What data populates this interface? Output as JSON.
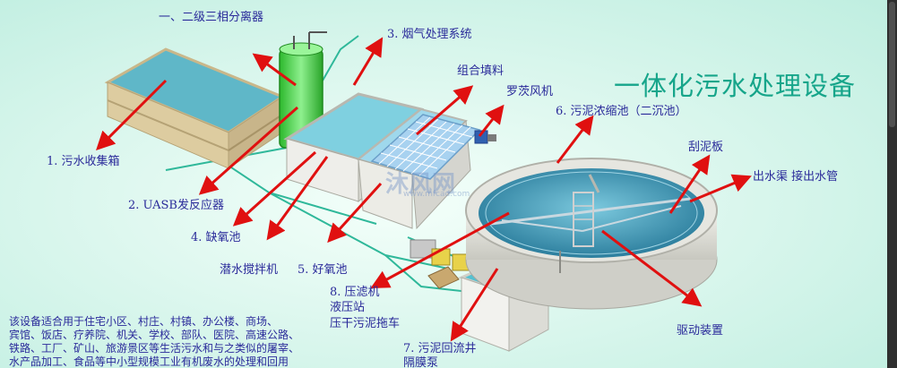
{
  "title": "一体化污水处理设备",
  "labels": {
    "separator": "一、二级三相分离器",
    "flue_gas": "3. 烟气处理系统",
    "filler": "组合填料",
    "roots_blower": "罗茨风机",
    "thickener": "6. 污泥浓缩池（二沉池）",
    "scraper": "刮泥板",
    "outlet": "出水渠 接出水管",
    "collection_tank": "1. 污水收集箱",
    "uasb": "2. UASB发反应器",
    "anoxic": "4. 缺氧池",
    "submersible_mixer": "潜水搅拌机",
    "aerobic": "5. 好氧池",
    "filter_press": "8. 压滤机",
    "hydraulic_station": "液压站",
    "sludge_cart": "压干污泥拖车",
    "drive": "驱动装置",
    "return_well": "7. 污泥回流井",
    "diaphragm_pump": "隔膜泵"
  },
  "description": [
    "该设备适合用于住宅小区、村庄、村镇、办公楼、商场、",
    "宾馆、饭店、疗养院、机关、学校、部队、医院、高速公路、",
    "铁路、工厂、矿山、旅游景区等生活污水和与之类似的屠宰、",
    "水产品加工、食品等中小型规模工业有机废水的处理和回用"
  ],
  "watermark": "沐风网",
  "watermark_sub": "www.mfcad.com",
  "colors": {
    "arrow": "#e01010",
    "label": "#2a2a9a",
    "title": "#16a58a",
    "water": "#3a8fb0",
    "pipe": "#2fb89a",
    "tank": "#d8c8a0",
    "reactor": "#4fd24f"
  }
}
